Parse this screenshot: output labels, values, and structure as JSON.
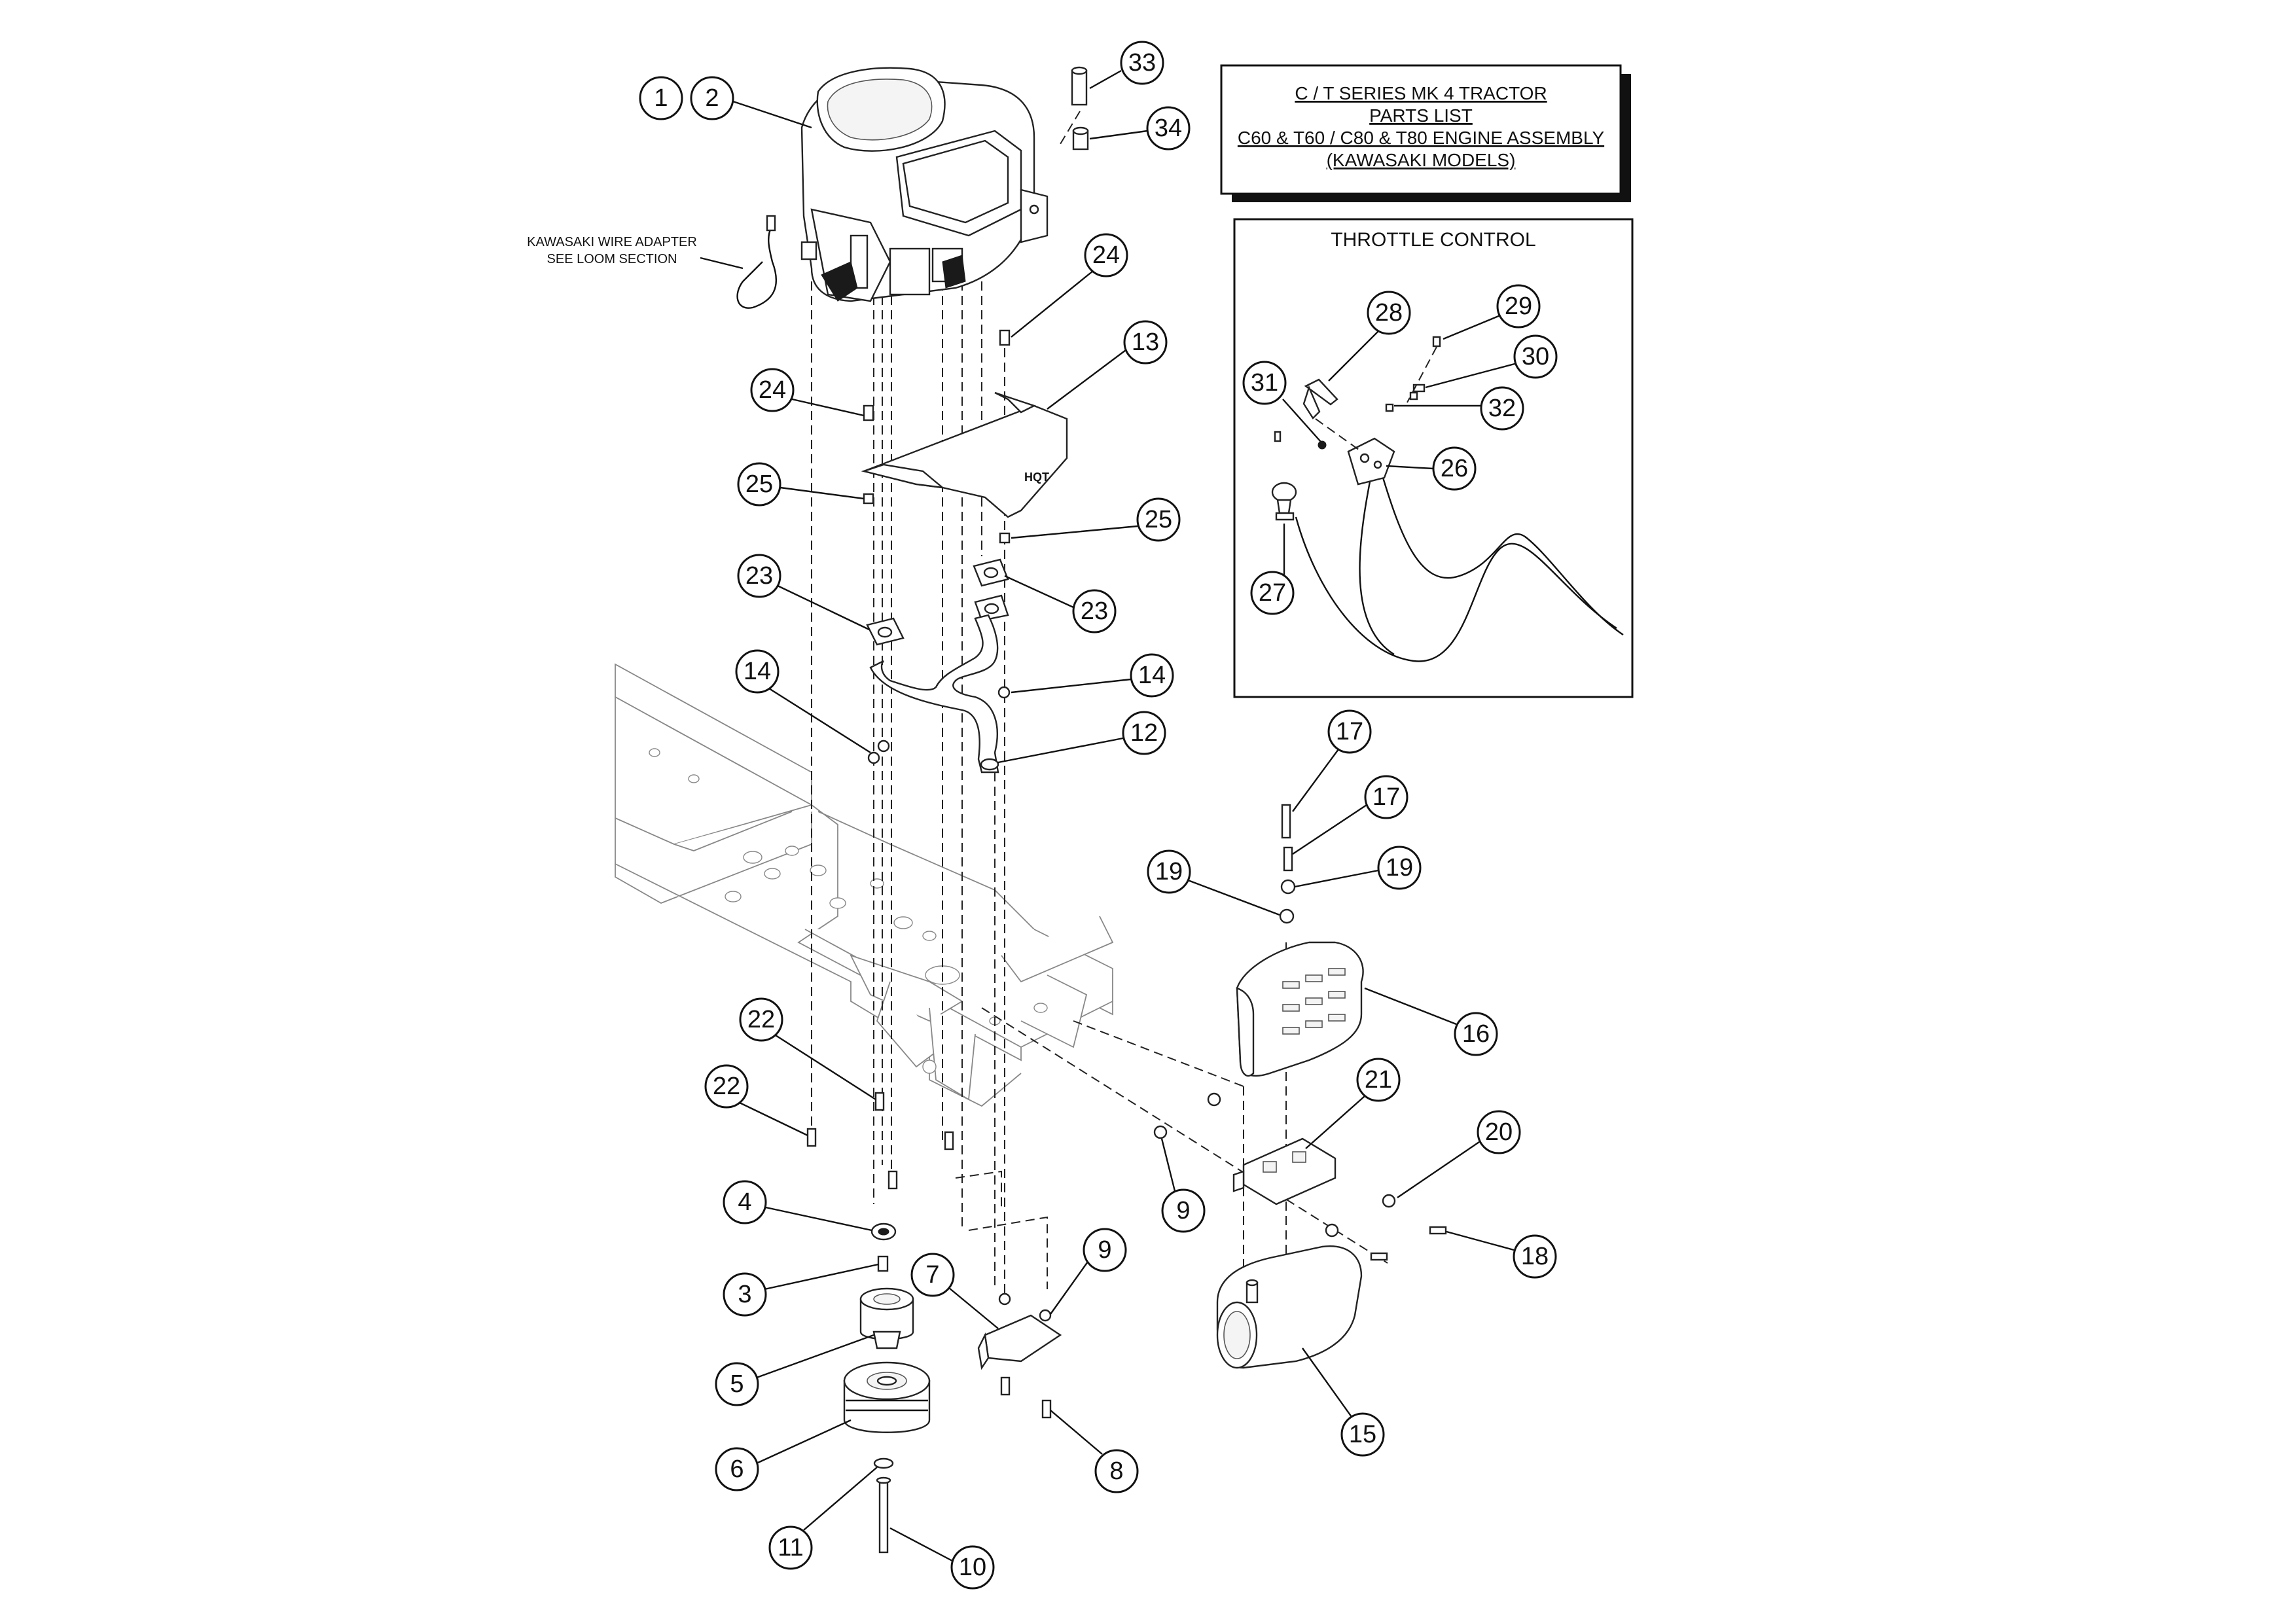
{
  "title_block": {
    "line1": "C / T SERIES MK 4 TRACTOR",
    "line2": "PARTS LIST",
    "line3": "C60 & T60 / C80 & T80 ENGINE ASSEMBLY",
    "line4": "(KAWASAKI MODELS)"
  },
  "inset": {
    "title": "THROTTLE CONTROL"
  },
  "note": {
    "line1": "KAWASAKI WIRE ADAPTER",
    "line2": "SEE LOOM SECTION"
  },
  "callouts": {
    "c1": "1",
    "c2": "2",
    "c3": "3",
    "c4": "4",
    "c5": "5",
    "c6": "6",
    "c7": "7",
    "c8": "8",
    "c9a": "9",
    "c9b": "9",
    "c10": "10",
    "c11": "11",
    "c12": "12",
    "c13": "13",
    "c14a": "14",
    "c14b": "14",
    "c15": "15",
    "c16": "16",
    "c17a": "17",
    "c17b": "17",
    "c18": "18",
    "c19a": "19",
    "c19b": "19",
    "c20": "20",
    "c21": "21",
    "c22a": "22",
    "c22b": "22",
    "c23a": "23",
    "c23b": "23",
    "c24a": "24",
    "c24b": "24",
    "c25a": "25",
    "c25b": "25",
    "c26": "26",
    "c27": "27",
    "c28": "28",
    "c29": "29",
    "c30": "30",
    "c31": "31",
    "c32": "32",
    "c33": "33",
    "c34": "34"
  },
  "engine_tag": "HQT"
}
